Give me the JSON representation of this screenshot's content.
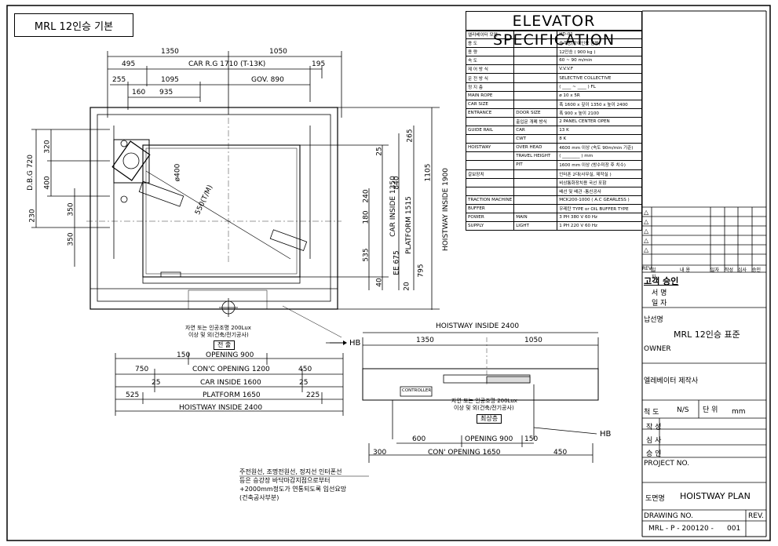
{
  "sheet_label": "MRL 12인승 기본",
  "spec": {
    "title": "ELEVATOR  SPECIFICATION",
    "rows": [
      [
        "엘리베이터 모델",
        "",
        "HD-01"
      ],
      [
        "용    도",
        "",
        "승객용(장애인용 겸용)"
      ],
      [
        "용    량",
        "",
        "12인승  ( 900 kg )"
      ],
      [
        "속    도",
        "",
        "60 ~ 90  m/min"
      ],
      [
        "제 어  방 식",
        "",
        "V.V.V.F"
      ],
      [
        "운 전  방 식",
        "",
        "SELECTIVE COLLECTIVE"
      ],
      [
        "정  지  층",
        "",
        "( ____ ~ ____ ) FL"
      ],
      [
        "MAIN ROPE",
        "",
        "ø 10 x 5R"
      ],
      [
        "CAR SIZE",
        "",
        "폭 1600 x 깊이 1350 x 높이 2400"
      ],
      [
        "ENTRANCE",
        "DOOR SIZE",
        "폭 900 x 높이 2100"
      ],
      [
        "",
        "출입문 개폐 방식",
        "2 PANEL  CENTER  OPEN"
      ],
      [
        "GUIDE RAIL",
        "CAR",
        "13 K"
      ],
      [
        "",
        "CWT",
        "8 K"
      ],
      [
        "HOISTWAY",
        "OVER HEAD",
        "4600 mm 이상 (속도 90m/min 기준)"
      ],
      [
        "",
        "TRAVEL HEIGHT",
        "( ________ ) mm"
      ],
      [
        "",
        "PIT",
        "1600 mm 이상 (방수미장 후 치수)"
      ],
      [
        "갈보장치",
        "",
        "인터폰 2대(사무실, 제작실 )"
      ],
      [
        "",
        "",
        "비상통화장치용 국선 포함"
      ],
      [
        "",
        "",
        "배선 및 배관 -통신공사"
      ],
      [
        "TRACTION MACHINE",
        "",
        "MCK200-1000 ( A.C  GEARLESS )"
      ],
      [
        "BUFFER",
        "",
        "우레탄 TYPE or OIL BUFFER TYPE"
      ],
      [
        "POWER",
        "MAIN",
        "3 PH   380 V   60 Hz"
      ],
      [
        "SUPPLY",
        "LIGHT",
        "1 PH   220 V   60 Hz"
      ]
    ]
  },
  "revision": {
    "headers": [
      "REV.",
      "일자",
      "내     용",
      "일자",
      "작성",
      "심사",
      "승인"
    ]
  },
  "panel": {
    "client_approval": "고객 승인",
    "sign": "서 명",
    "date": "일 자",
    "supplier_label": "납선명",
    "project_name": "MRL 12인승 표준",
    "owner": "OWNER",
    "maker": "엘레베이터 제작사",
    "scale_label": "척 도",
    "scale_value": "N/S",
    "unit_label": "단 위",
    "unit_value": "mm",
    "made": "작 성",
    "review": "심 사",
    "approve": "승 인",
    "project_no": "PROJECT NO.",
    "drawing_name_label": "도면명",
    "drawing_name": "HOISTWAY PLAN",
    "drawing_no_label": "DRAWING NO.",
    "drawing_no": "MRL - P - 200120 -",
    "sheet": "001",
    "rev": "REV."
  },
  "plan": {
    "d1350": "1350",
    "d1050": "1050",
    "d495": "495",
    "car_rg": "CAR R.G 1710 (T-13K)",
    "d195": "195",
    "d255": "255",
    "d1095": "1095",
    "gov": "GOV. 890",
    "d160": "160",
    "d935": "935",
    "dbg": "D.B.G 720",
    "d320": "320",
    "d400": "400",
    "d230": "230",
    "d350a": "350",
    "d350b": "350",
    "phi400": "ø400",
    "d550": "550(T/M)",
    "d265": "265",
    "d25": "25",
    "d1105": "1105",
    "hw_inside_1900": "HOISTWAY INSIDE 1900",
    "d840": "840",
    "platform_1515": "PLATFORM 1515",
    "car_inside_1350": "CAR INSIDE 1350",
    "d240": "240",
    "d180": "180",
    "d535": "535",
    "ee675": "EE 675",
    "d795": "795",
    "d20": "20",
    "d40": "40",
    "light_note_1": "자연 또는 인공조명 200Lux",
    "light_note_2": "이상 및 외(건축/전기공사)",
    "lamp_label": "전 출",
    "hb": "HB",
    "d150": "150",
    "opening_900": "OPENING 900",
    "d750": "750",
    "cone_opening_1200": "CON'C OPENING 1200",
    "d450": "450",
    "d25b": "25",
    "car_inside_1600": "CAR INSIDE 1600",
    "d25c": "25",
    "d525": "525",
    "platform_1650": "PLATFORM 1650",
    "d225": "225",
    "hw_inside_2400": "HOISTWAY INSIDE 2400"
  },
  "top": {
    "hw_inside": "HOISTWAY INSIDE 2400",
    "d1350": "1350",
    "d1050": "1050",
    "controller": "CONTROLLER",
    "light_note_1": "자연 또는 인공조명 200Lux",
    "light_note_2": "이상 및 외(건축/전기공사)",
    "floor_label": "최상층",
    "hb": "HB",
    "d600": "600",
    "opening_900": "OPENING 900",
    "d150": "150",
    "d300": "300",
    "cone_opening_1650": "CON' OPENING 1650",
    "d450": "450"
  },
  "notes": [
    "주전원선, 조명전원선, 정지선 인터폰선",
    "등은 승강장 바닥마감지점으로부터",
    "+2000mm정도가 연통되도록 입선요망",
    "(건축공사부분)"
  ]
}
